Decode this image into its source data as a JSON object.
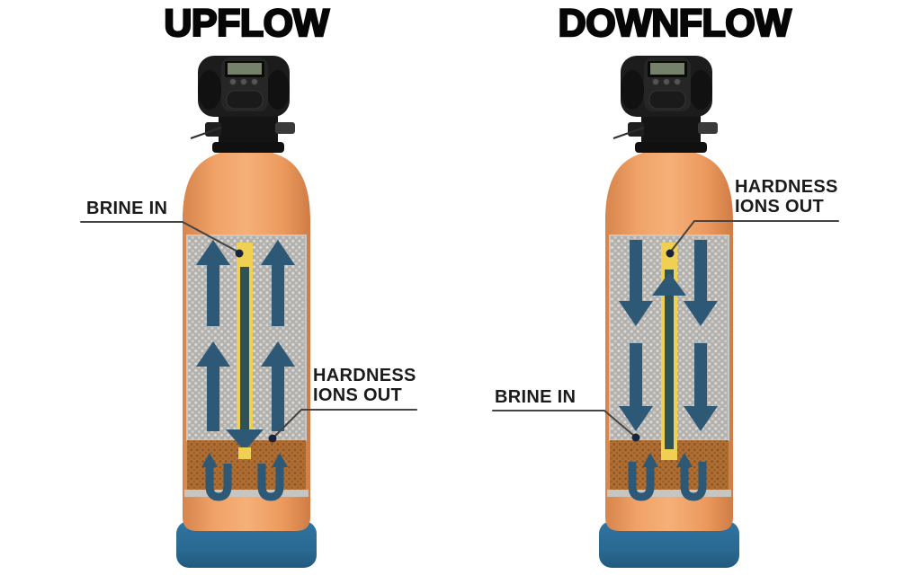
{
  "figures": {
    "upflow": {
      "title": "UPFLOW",
      "brine_label": "BRINE IN",
      "hardness_label": "HARDNESS IONS OUT",
      "flow_direction": "up"
    },
    "downflow": {
      "title": "DOWNFLOW",
      "brine_label": "BRINE IN",
      "hardness_label": "HARDNESS IONS OUT",
      "flow_direction": "down"
    }
  },
  "colors": {
    "background": "#ffffff",
    "tank_body_orange": "#eda06a",
    "tank_shade_orange": "#d6854d",
    "resin_media_gray": "#b2b0ad",
    "media_dot_light": "#dcdad7",
    "gravel_brown": "#b06e33",
    "gravel_dot_dark": "#8a5423",
    "flow_arrow_blue": "#2d5977",
    "riser_tube_yellow": "#f0d053",
    "riser_tube_inner": "#2f5257",
    "base_blue": "#2a6a93",
    "valve_black": "#1c1c1c",
    "valve_screen_green": "#76816c",
    "leader_line": "#444444",
    "label_text": "#1b1b1b"
  }
}
